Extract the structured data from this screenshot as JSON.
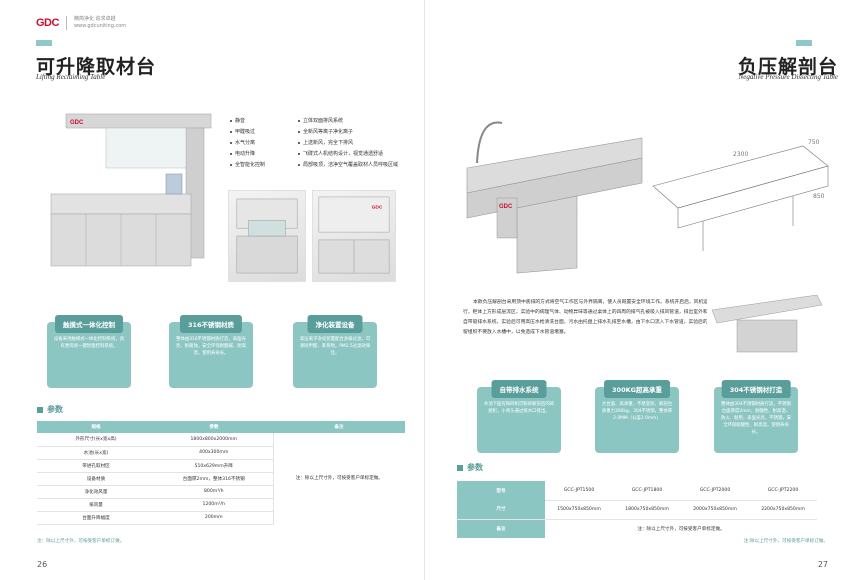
{
  "left": {
    "logo": {
      "mark": "GDC",
      "line1": "精简净化 追求卓越",
      "line2": "www.gdcuniting.com"
    },
    "title_cn": "可升降取材台",
    "title_en": "Lifting Reclaiming Table",
    "bullets": [
      "静音",
      "立体双面排风系统",
      "甲醛吸过",
      "全新风等离子净化离子",
      "水气分离",
      "上送新风，完全下排风",
      "电动升降",
      "飞碟式人机结构设计，视觉通透舒适",
      "全智能化控制",
      "局部吸顶，洁净空气覆盖取材人员呼吸区域"
    ],
    "cards": [
      {
        "title": "触摸式一体化控制",
        "body": "设备采用触摸式一体化控制系统，具有更简易一键智能控制系统。"
      },
      {
        "title": "316不锈钢材质",
        "body": "整体由316不锈钢材质打造，表面光亮，耐腐蚀，安全环保耐酸碱、耐高温，使用寿命长。"
      },
      {
        "title": "净化装置设备",
        "body": "高压离子净化装置配合多级过滤，可清除甲醛、苯系物，PM2.5过滤效果佳。"
      }
    ],
    "section_label": "参数",
    "table": {
      "headers": [
        "规格",
        "参数",
        "备注"
      ],
      "rows": [
        [
          "外形尺寸(长x宽x高)",
          "1800x800x2000mm"
        ],
        [
          "水池(长x宽)",
          "400x300mm"
        ],
        [
          "带进孔取材区",
          "510x629mm升降"
        ],
        [
          "设备材质",
          "台面厚2mm，整体316不锈钢"
        ],
        [
          "净化效风量",
          "800m³/h"
        ],
        [
          "排风量",
          "1200m³/h"
        ],
        [
          "台面升降幅度",
          "200mm"
        ]
      ],
      "note": "注：除以上尺寸外，可按受客户单标定做。"
    },
    "foot_note": "注：除以上尺寸外，可按受客户单标订做。",
    "page_number": "26"
  },
  "right": {
    "title_cn": "负压解剖台",
    "title_en": "Negative Pressure Dissecting Table",
    "paragraph": "本款负压解剖台采用顶中底排的方式将空气工作区与外界隔离，使人员既置安全环境工作。系统开启后，风机运行，柜体上方形成层流区，实验中的病理气体、动物异味等通过桌体上的四周的排气孔被吸入排风管道，排出室外和体自带吸排水系统，实验后可用高压水枪清洗台面，污水由托盘上排水孔排至水槽，由下水口流入下水管道，实验后的残留组织不要放入水槽中，以免造成下水管道堵塞。",
    "cards": [
      {
        "title": "自带排水系统",
        "body": "水池下面有粉碎机可粉碎解剖后的碎组织，小骨头通过排水口排出。"
      },
      {
        "title": "300KG超高承重",
        "body": "大台面、高承重、不易变形，解剖台承重力300kg，304不锈钢，整体厚2.0MM（公差2.0mm）"
      },
      {
        "title": "304不锈钢材打造",
        "body": "整体由304不锈钢材质打造，不锈钢台面厚度2mm，耐酸性、耐高温、防火、耐用，表面光亮，不锈钢，安全环保耐酸性、耐高温，使用寿命长。"
      }
    ],
    "section_label": "参数",
    "table": {
      "model_label": "型号",
      "models": [
        "GCC-JPT1500",
        "GCC-JPT1800",
        "GCC-JPT2000",
        "GCC-JPT2200"
      ],
      "size_label": "尺寸",
      "sizes": [
        "1500x750x850mm",
        "1800x750x850mm",
        "2000x750x850mm",
        "2200x750x850mm"
      ],
      "remark_label": "备注",
      "remark": "注：除以上尺寸外，可按受客户单标定做。"
    },
    "foot_note": "注:除以上尺寸外，可按受客户单标订做。",
    "page_number": "27",
    "dim_labels": [
      "2300",
      "750",
      "850"
    ]
  },
  "colors": {
    "teal": "#8cc6c3",
    "teal_dark": "#5a9e9b",
    "brand_red": "#c8102e"
  }
}
